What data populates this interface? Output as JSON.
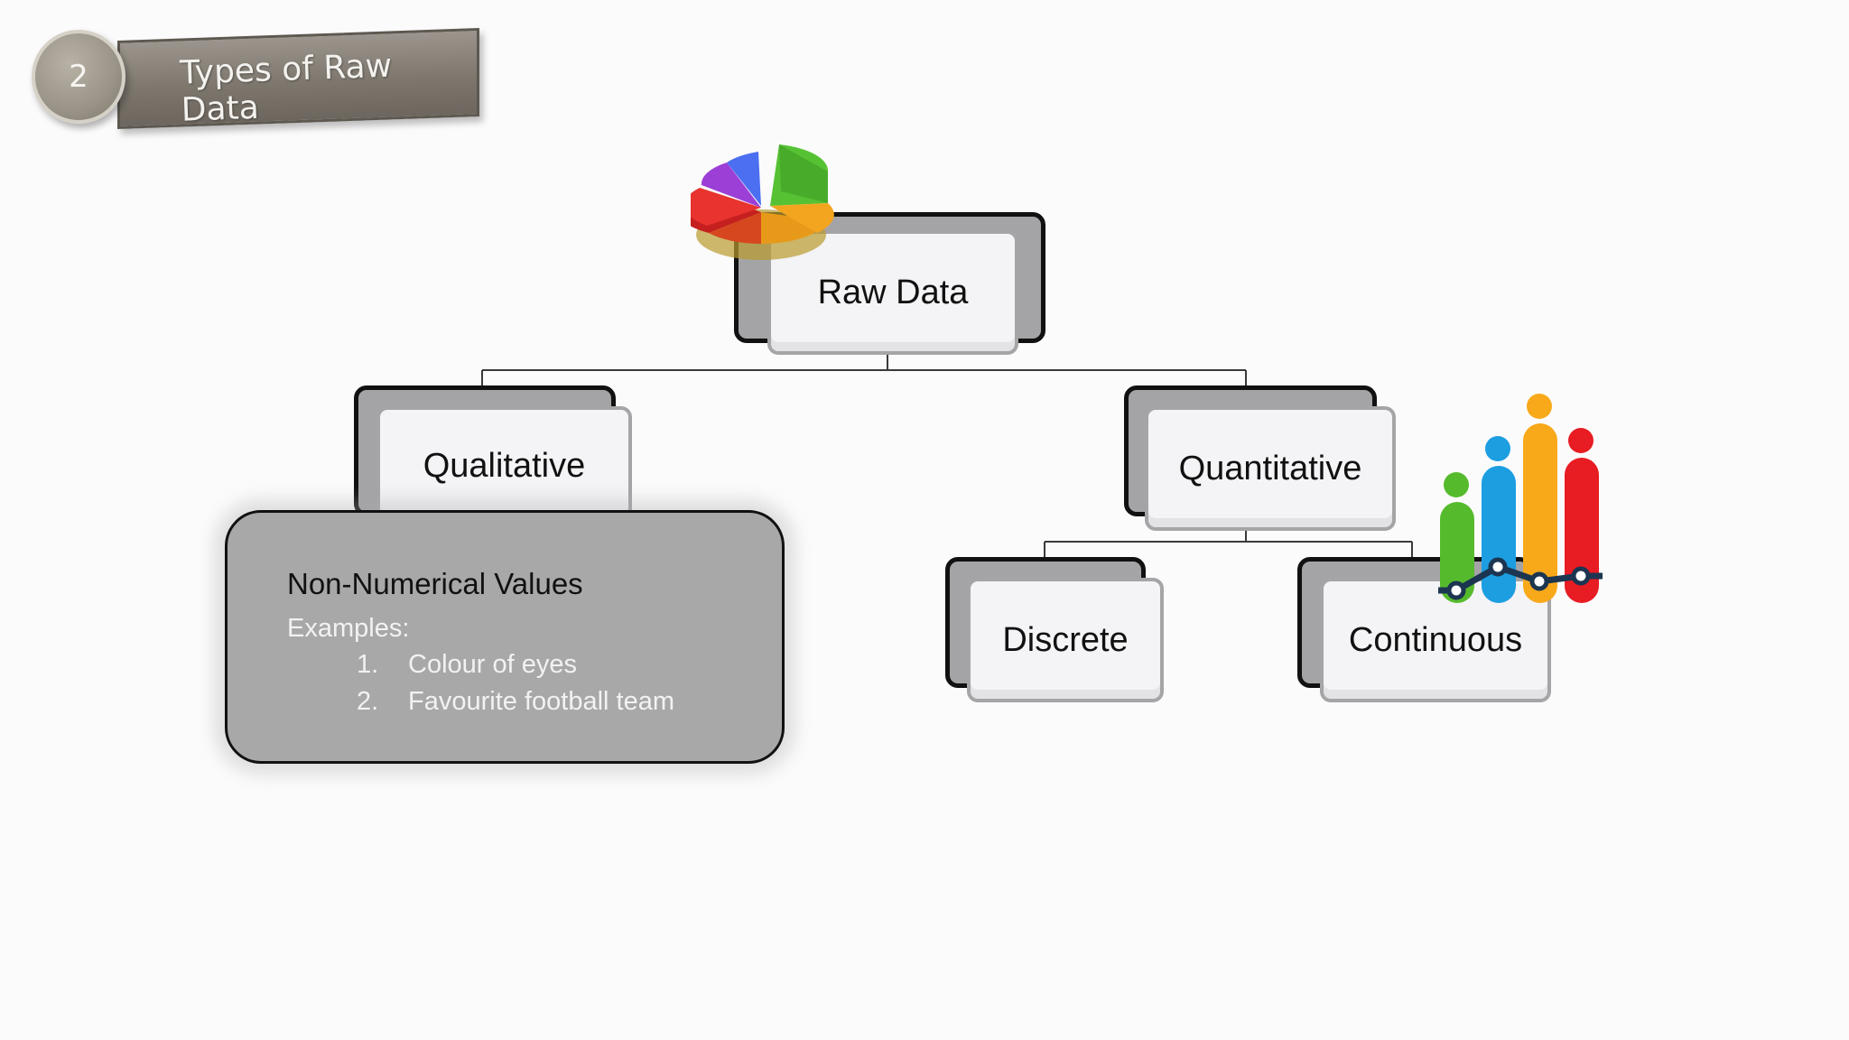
{
  "header": {
    "number": "2",
    "title": "Types of Raw Data"
  },
  "diagram": {
    "root": "Raw Data",
    "left": "Qualitative",
    "right": "Quantitative",
    "right_children": [
      "Discrete",
      "Continuous"
    ]
  },
  "qualitative_panel": {
    "heading": "Non-Numerical Values",
    "subheading": "Examples:",
    "items": [
      {
        "num": "1.",
        "text": "Colour of eyes"
      },
      {
        "num": "2.",
        "text": "Favourite football team"
      }
    ]
  },
  "icons": {
    "pie": "pie-chart-icon",
    "bars": "people-bar-chart-icon"
  },
  "colors": {
    "badge": "#7d776e",
    "panel": "#a9a8a9",
    "pie": [
      "#4b6ff0",
      "#9b3fd6",
      "#e8332f",
      "#f3a51f",
      "#56c233"
    ],
    "bars": [
      "#55bb2d",
      "#1c9ee1",
      "#f7a91a",
      "#e81c23"
    ],
    "line": "#1c3550"
  }
}
